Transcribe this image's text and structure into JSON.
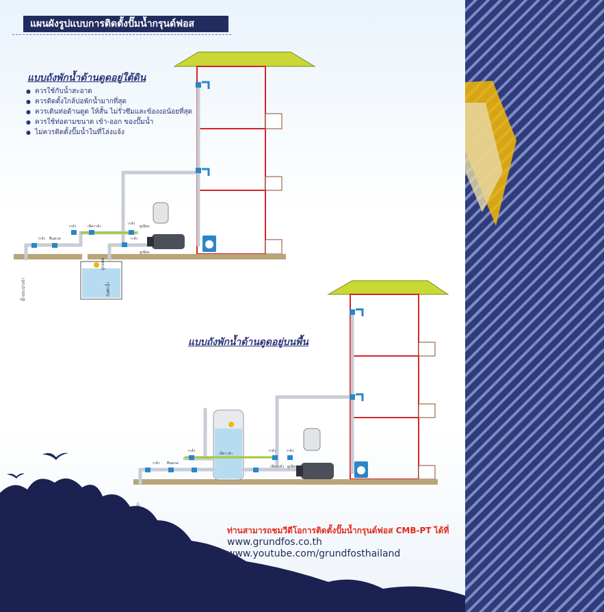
{
  "title": "แผนผังรูปแบบการติดตั้งปั๊มน้ำกรุนด์ฟอส",
  "section_underground": {
    "heading": "แบบถังพักน้ำด้านดูดอยู่ใต้ดิน",
    "bullets": [
      "ควรใช้กับน้ำสะอาด",
      "ควรติดตั้งใกล้บ่อพักน้ำมากที่สุด",
      "ควรเดินท่อด้านดูด ให้สั้น ไม่รั่วซึมและข้องงอน้อยที่สุด",
      "ควรใช้ท่อตามขนาด เข้า-ออก ของปั๊มน้ำ",
      "ไม่ควรติดตั้งปั๊มน้ำในที่โล่งแจ้ง"
    ],
    "pipe_labels": [
      "วาล์ว",
      "ยืนยเรด",
      "วาล์ว",
      "เช็ควาล์ว",
      "วาล์ว",
      "ยูเนี่ยน",
      "วาล์ว",
      "ยูเนี่ยน"
    ],
    "vertical_labels": [
      "น้ำประปาเข้า",
      "ลูกลอย",
      "ถังพักน้ำ"
    ]
  },
  "section_ground": {
    "heading": "แบบถังพักน้ำด้านดูดอยู่บนพื้น",
    "pipe_labels": [
      "วาล์ว",
      "ยืนยเรด",
      "วาล์ว",
      "เช็ควาล์ว",
      "วาล์ว",
      "เช็ควาล์ว",
      "ยูเนี่ยน",
      "วาล์ว"
    ],
    "vertical_labels": [
      "น้ำประปาเข้า"
    ]
  },
  "footer": {
    "note": "ท่านสามารถชมวีดีโอการติดตั้งปั๊มน้ำกรุนด์ฟอส CMB-PT ได้ที่",
    "link1": "www.grundfos.co.th",
    "link2": "www.youtube.com/grundfosthailand"
  },
  "colors": {
    "roof": "#c9d835",
    "building_line": "#d32424",
    "pipe": "#c8ccd6",
    "fitting": "#2a86c6",
    "water": "#b7dcf2",
    "header_bg": "#222c5e",
    "stripe_dark": "#2e3c7e",
    "accent_yellow": "#f2b705"
  },
  "icons": [
    "faucet-icon",
    "washing-machine-icon",
    "pump-icon",
    "pressure-tank-icon",
    "bird-icon",
    "tree-silhouette-icon"
  ]
}
